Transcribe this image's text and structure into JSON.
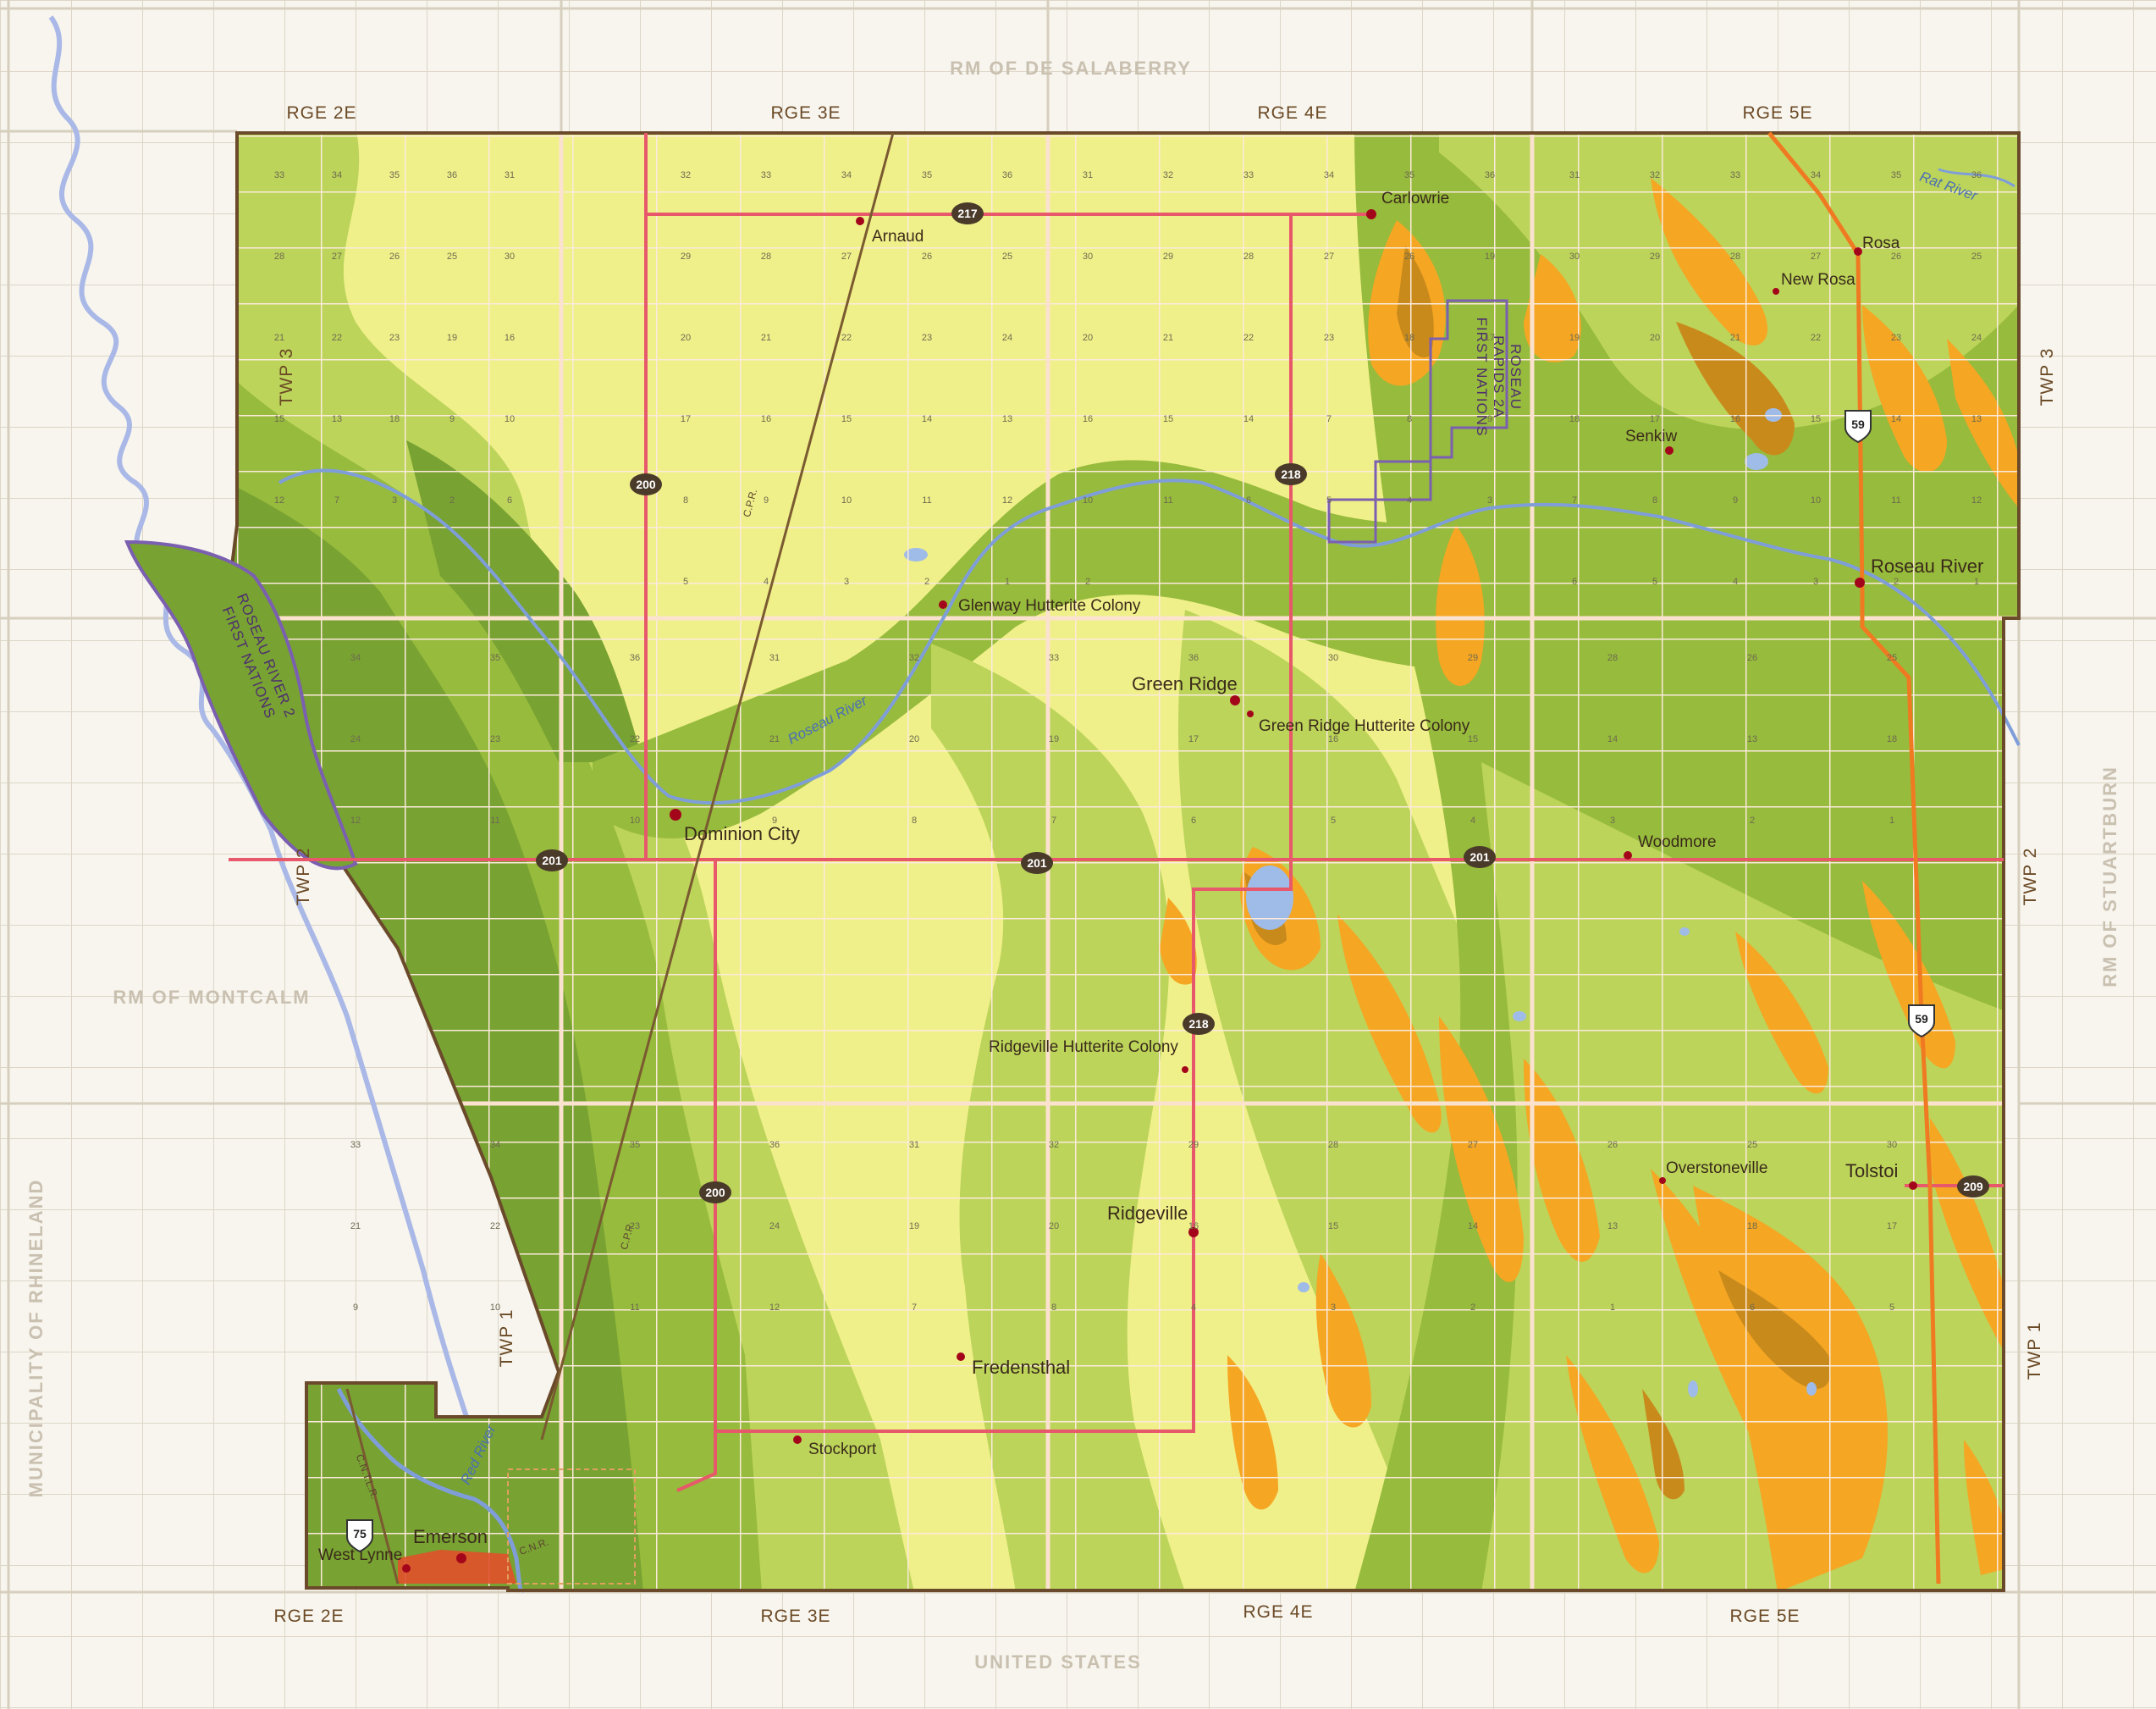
{
  "neighbours": {
    "north": "RM OF DE SALABERRY",
    "south": "UNITED STATES",
    "west": "RM OF MONTCALM",
    "east": "RM OF STUARTBURN",
    "southwest": "MUNICIPALITY OF RHINELAND"
  },
  "ranges": [
    "RGE 2E",
    "RGE 3E",
    "RGE 4E",
    "RGE 5E"
  ],
  "townships": [
    "TWP 1",
    "TWP 2",
    "TWP 3"
  ],
  "first_nations": {
    "west_line1": "ROSEAU RIVER 2",
    "west_line2": "FIRST NATIONS",
    "north_line1": "ROSEAU",
    "north_line2": "RAPIDS 2A",
    "north_line3": "FIRST NATIONS"
  },
  "rivers": {
    "roseau": "Roseau River",
    "red": "Red River",
    "rat": "Rat River"
  },
  "rail": {
    "cpr": "C.P.R.",
    "cntl": "C.N.T.L.R.",
    "cnr": "C.N.R."
  },
  "places": {
    "arnaud": "Arnaud",
    "carlowrie": "Carlowrie",
    "rosa": "Rosa",
    "new_rosa": "New Rosa",
    "senkiw": "Senkiw",
    "roseau_river": "Roseau River",
    "glenway": "Glenway Hutterite Colony",
    "green_ridge": "Green Ridge",
    "green_ridge_colony": "Green Ridge Hutterite Colony",
    "dominion_city": "Dominion City",
    "woodmore": "Woodmore",
    "ridgeville_colony": "Ridgeville Hutterite Colony",
    "overstoneville": "Overstoneville",
    "tolstoi": "Tolstoi",
    "ridgeville": "Ridgeville",
    "fredensthal": "Fredensthal",
    "stockport": "Stockport",
    "emerson": "Emerson",
    "west_lynne": "West Lynne"
  },
  "highways": {
    "h217": "217",
    "h200a": "200",
    "h218a": "218",
    "h201a": "201",
    "h201b": "201",
    "h201c": "201",
    "h59a": "59",
    "h59b": "59",
    "h218b": "218",
    "h200b": "200",
    "h209": "209",
    "h75": "75"
  },
  "sections": {
    "twp3_r2": [
      "33",
      "34",
      "35",
      "36",
      "31",
      "28",
      "27",
      "26",
      "25",
      "30",
      "21",
      "22",
      "23",
      "19",
      "16",
      "15",
      "13",
      "18",
      "9",
      "10",
      "12",
      "7",
      "3",
      "2",
      "6"
    ],
    "twp3_r3": [
      "32",
      "33",
      "34",
      "35",
      "36",
      "29",
      "28",
      "27",
      "26",
      "25",
      "20",
      "21",
      "22",
      "23",
      "24",
      "17",
      "16",
      "15",
      "14",
      "13",
      "8",
      "9",
      "10",
      "11",
      "12",
      "5",
      "4",
      "3",
      "2",
      "1"
    ],
    "twp3_r4": [
      "31",
      "32",
      "33",
      "34",
      "35",
      "36",
      "30",
      "29",
      "28",
      "27",
      "26",
      "19",
      "20",
      "21",
      "22",
      "23",
      "18",
      "17",
      "16",
      "15",
      "14",
      "7",
      "8",
      "9",
      "10",
      "11",
      "6",
      "5",
      "4",
      "3",
      "2"
    ],
    "twp3_r5": [
      "31",
      "32",
      "33",
      "34",
      "35",
      "36",
      "30",
      "29",
      "28",
      "27",
      "26",
      "25",
      "19",
      "20",
      "21",
      "22",
      "23",
      "24",
      "18",
      "17",
      "16",
      "15",
      "14",
      "13",
      "7",
      "8",
      "9",
      "10",
      "11",
      "12",
      "6",
      "5",
      "4",
      "3",
      "2",
      "1"
    ],
    "twp2": [
      "34",
      "35",
      "36",
      "31",
      "32",
      "33",
      "36",
      "30",
      "29",
      "28",
      "26",
      "25",
      "24",
      "23",
      "22",
      "21",
      "20",
      "19",
      "17",
      "16",
      "15",
      "14",
      "13",
      "18",
      "12",
      "11",
      "10",
      "9",
      "8",
      "7",
      "6",
      "5",
      "4",
      "3",
      "2",
      "1"
    ],
    "twp1": [
      "33",
      "34",
      "35",
      "36",
      "31",
      "32",
      "29",
      "28",
      "27",
      "26",
      "25",
      "30",
      "21",
      "22",
      "23",
      "24",
      "19",
      "20",
      "16",
      "15",
      "14",
      "13",
      "18",
      "17",
      "9",
      "10",
      "11",
      "12",
      "7",
      "8",
      "4",
      "3",
      "2",
      "1",
      "6",
      "5"
    ]
  },
  "colors": {
    "background": "#f7f5ee",
    "grid_outside": "#e8e2d6",
    "land_yellow": "#f0f08a",
    "land_light_green": "#bcd45a",
    "land_green": "#97bb3c",
    "land_dark_green": "#78a232",
    "land_orange": "#f5a623",
    "land_brown": "#c98a1c",
    "water": "#9fbbe8",
    "road_major": "#e8586b",
    "road_minor": "#fbe8d6",
    "highway_orange": "#f07a22",
    "border": "#6a4a2a",
    "first_nation": "#7b5fb0",
    "urban": "#e0502a"
  }
}
